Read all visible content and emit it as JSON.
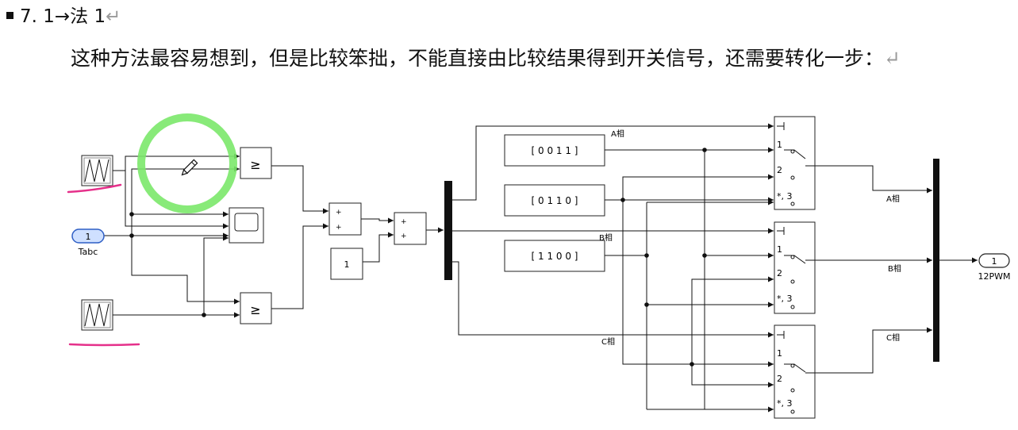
{
  "doc": {
    "heading_number": "7. 1",
    "heading_arrow": "→",
    "heading_text": "法 1",
    "return_mark": "↵",
    "paragraph": "这种方法最容易想到，但是比较笨拙，不能直接由比较结果得到开关信号，还需要转化一步："
  },
  "diagram": {
    "inport_number": "1",
    "inport_label": "Tabc",
    "outport_number": "1",
    "outport_label": "12PWM",
    "compare_symbol": "≥",
    "sum_sign": "+",
    "constant_value": "1",
    "vectors": [
      "[ 0 0 1 1 ]",
      "[ 0 1 1 0 ]",
      "[ 1 1 0 0 ]"
    ],
    "phase_labels": [
      "A相",
      "B相",
      "C相"
    ],
    "switch_port_labels": [
      "1",
      "2",
      "*, 3"
    ],
    "colors": {
      "wire": "#111111",
      "block_border": "#222222",
      "inport_fill": "#cfe0ff",
      "inport_stroke": "#2f5fc5",
      "highlight_circle": "#7be86a",
      "annotation_underline": "#e5308a"
    }
  }
}
